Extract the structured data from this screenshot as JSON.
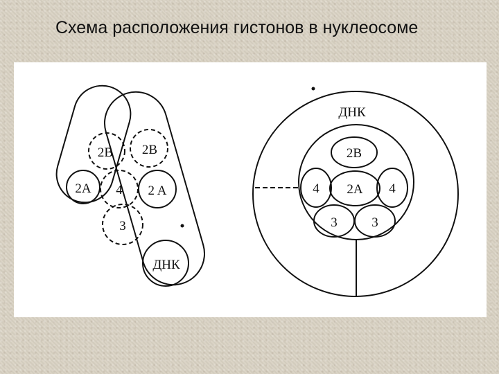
{
  "slide": {
    "title": "Схема расположения гистонов в нуклеосоме"
  },
  "left_diagram": {
    "labels": {
      "h2b_left": "2B",
      "h2b_right": "2B",
      "h2a_left": "2A",
      "h4_center": "4",
      "h2a_right": "2 A",
      "h3": "3",
      "dna": "ДНК"
    }
  },
  "right_diagram": {
    "labels": {
      "dna": "ДНК",
      "h2b": "2B",
      "h4_left": "4",
      "h2a": "2A",
      "h4_right": "4",
      "h3_left": "3",
      "h3_right": "3"
    }
  },
  "colors": {
    "line": "#111111",
    "panel": "#ffffff",
    "background": "#d9d2c3"
  }
}
